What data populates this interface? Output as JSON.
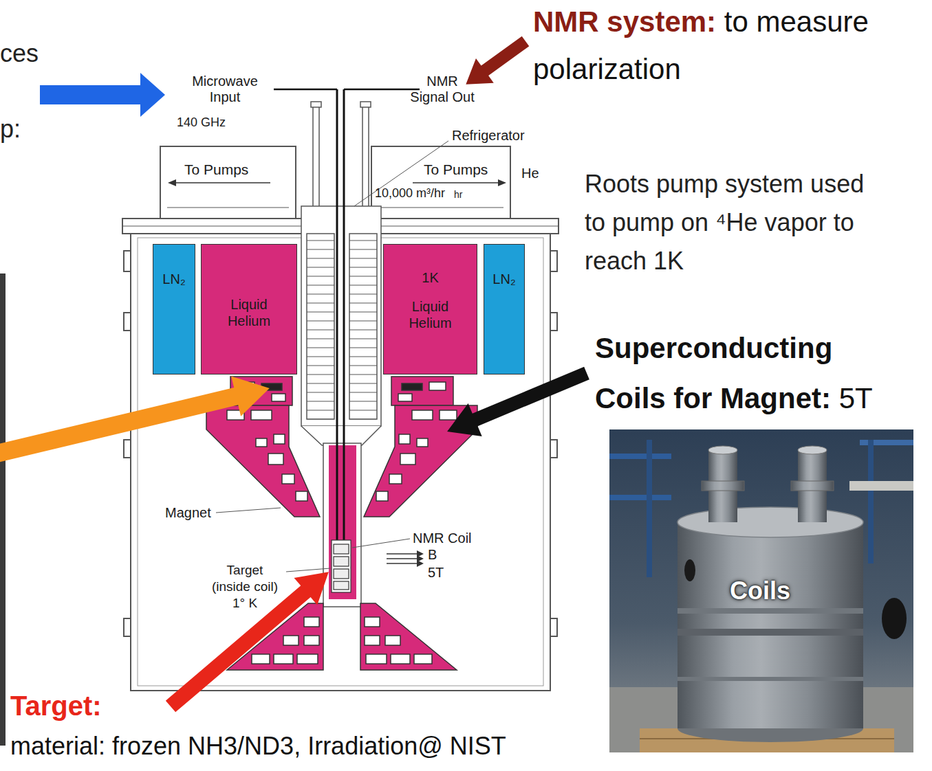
{
  "diagram": {
    "nodes": [
      {
        "text": [
          "LN₂"
        ]
      },
      {
        "text": [
          "Liquid Helium"
        ]
      },
      {
        "text": [
          "1K",
          "Liquid Helium"
        ]
      },
      {
        "text": [
          "LN₂"
        ]
      }
    ],
    "labels": [
      "ces",
      "p:",
      "NMR system:",
      "to measure polarization",
      "Microwave Input",
      "140 GHz",
      "NMR Signal Out",
      "Refrigerator",
      "To Pumps",
      "To Pumps",
      "He",
      "10,000 m³/hr",
      "hr",
      "Roots pump system used to pump on ⁴He vapor to reach 1K",
      "Superconducting Coils for Magnet:",
      "5T",
      "Magnet",
      "NMR Coil",
      "B",
      "5T",
      "Target (inside coil) 1° K",
      "Coils",
      "Target:",
      "material: frozen NH3/ND3, Irradiation@ NIST"
    ]
  }
}
